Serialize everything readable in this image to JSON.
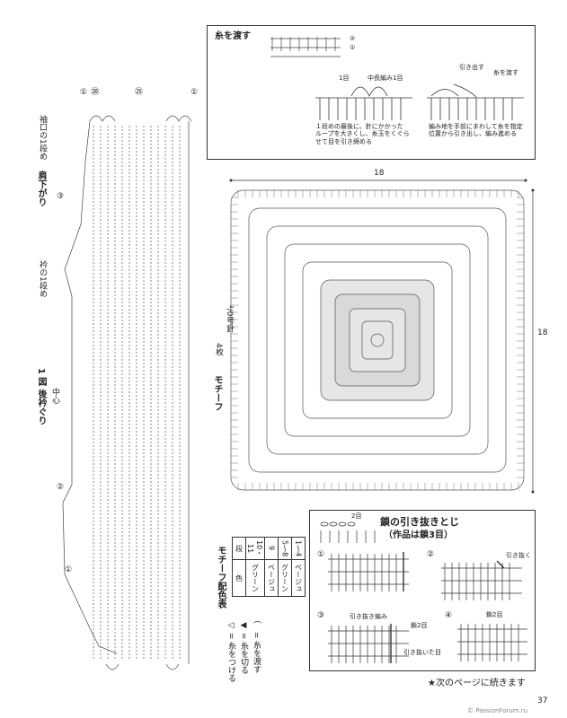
{
  "main_diagram": {
    "title": "1 図 後衿ぐり",
    "center_label": "中心",
    "shoulder_label": "肩下がり",
    "neck_label": "衿の1段め",
    "hem_label": "袖口の1段め",
    "marker_1": "①",
    "marker_2": "②",
    "marker_3": "③",
    "marker_20": "⑳",
    "marker_25": "㉕"
  },
  "transfer_box": {
    "title": "糸を渡す",
    "label_row1": "1目",
    "label_hdc": "中長編み1目",
    "label_pull_out": "引き出す",
    "label_thread": "糸を渡す",
    "text_1": "１段めの最後に、針にかかった",
    "text_2": "ループを大きくし、糸玉をくぐら",
    "text_3": "せて目を引き締める",
    "text_4": "編み地を手前にまわして糸を指定",
    "text_5": "位置から引き出し、編み進める",
    "marker_1": "①",
    "marker_2": "②"
  },
  "motif": {
    "label": "モチーフ",
    "count": "4枚",
    "needle": "²/0号針",
    "width": "18",
    "height": "18"
  },
  "color_table": {
    "title": "モチーフ配色表",
    "header_row": "段",
    "header_color": "色",
    "rows": [
      {
        "row": "10・11",
        "color": "グリーン"
      },
      {
        "row": "9",
        "color": "ベージュ"
      },
      {
        "row": "5〜8",
        "color": "グリーン"
      },
      {
        "row": "1〜4",
        "color": "ベージュ"
      }
    ]
  },
  "legend": {
    "item_1": "◁ = 糸をつける",
    "item_2": "◀ = 糸を切る",
    "item_3": "⌒ = 糸を渡す"
  },
  "join_box": {
    "title_1": "鎖の引き抜きとじ",
    "title_2": "（作品は鎖3目）",
    "label_2me": "2目",
    "step_1": "①",
    "step_2": "②",
    "step_3": "③",
    "step_4": "④",
    "label_pull": "引き抜く",
    "label_slip": "引き抜き編み",
    "label_chain2a": "鎖2目",
    "label_chain2b": "鎖2目",
    "label_pulled": "引き抜いた目"
  },
  "footer": {
    "continued": "★次のページに続きます",
    "page_number": "37",
    "watermark": "© PassionForum.ru"
  }
}
